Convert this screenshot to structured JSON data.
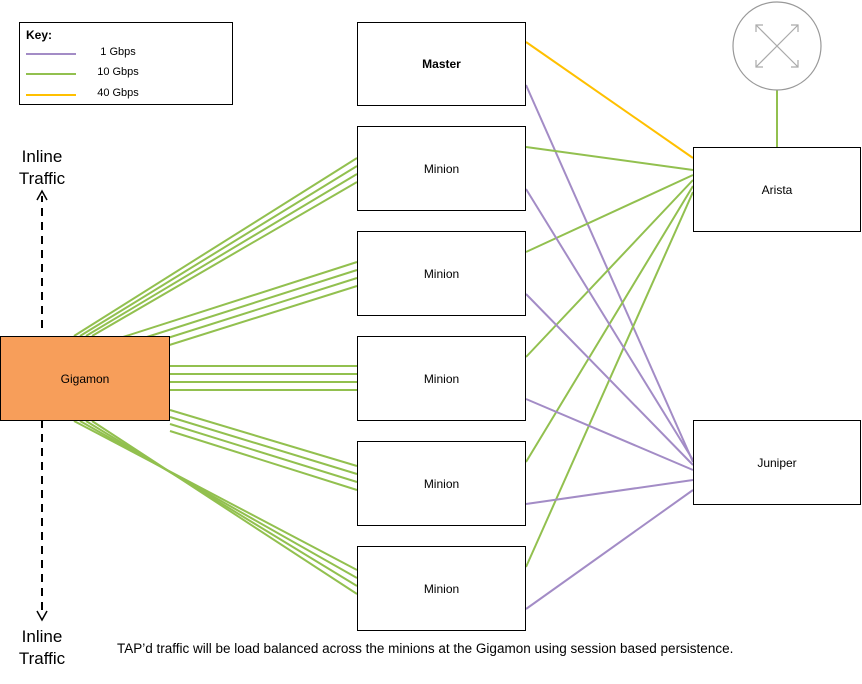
{
  "key": {
    "title": "Key:",
    "items": [
      {
        "label": "1 Gbps",
        "color": "#a38cc6"
      },
      {
        "label": "10 Gbps",
        "color": "#92c04f"
      },
      {
        "label": "40 Gbps",
        "color": "#ffc000"
      }
    ]
  },
  "nodes": {
    "master": "Master",
    "minion_1": "Minion",
    "minion_2": "Minion",
    "minion_3": "Minion",
    "minion_4": "Minion",
    "minion_5": "Minion",
    "gigamon": "Gigamon",
    "arista": "Arista",
    "juniper": "Juniper"
  },
  "inline_top": [
    "Inline",
    "Traffic"
  ],
  "inline_bottom": [
    "Inline",
    "Traffic"
  ],
  "caption": "TAP’d traffic will be load balanced across the minions at the Gigamon using session based persistence.",
  "colors": {
    "gigamon_fill": "#f79e5a",
    "link_1g": "#a38cc6",
    "link_10g": "#92c04f",
    "link_40g": "#ffc000"
  },
  "icons": {
    "internet": "internet-globe-icon"
  }
}
